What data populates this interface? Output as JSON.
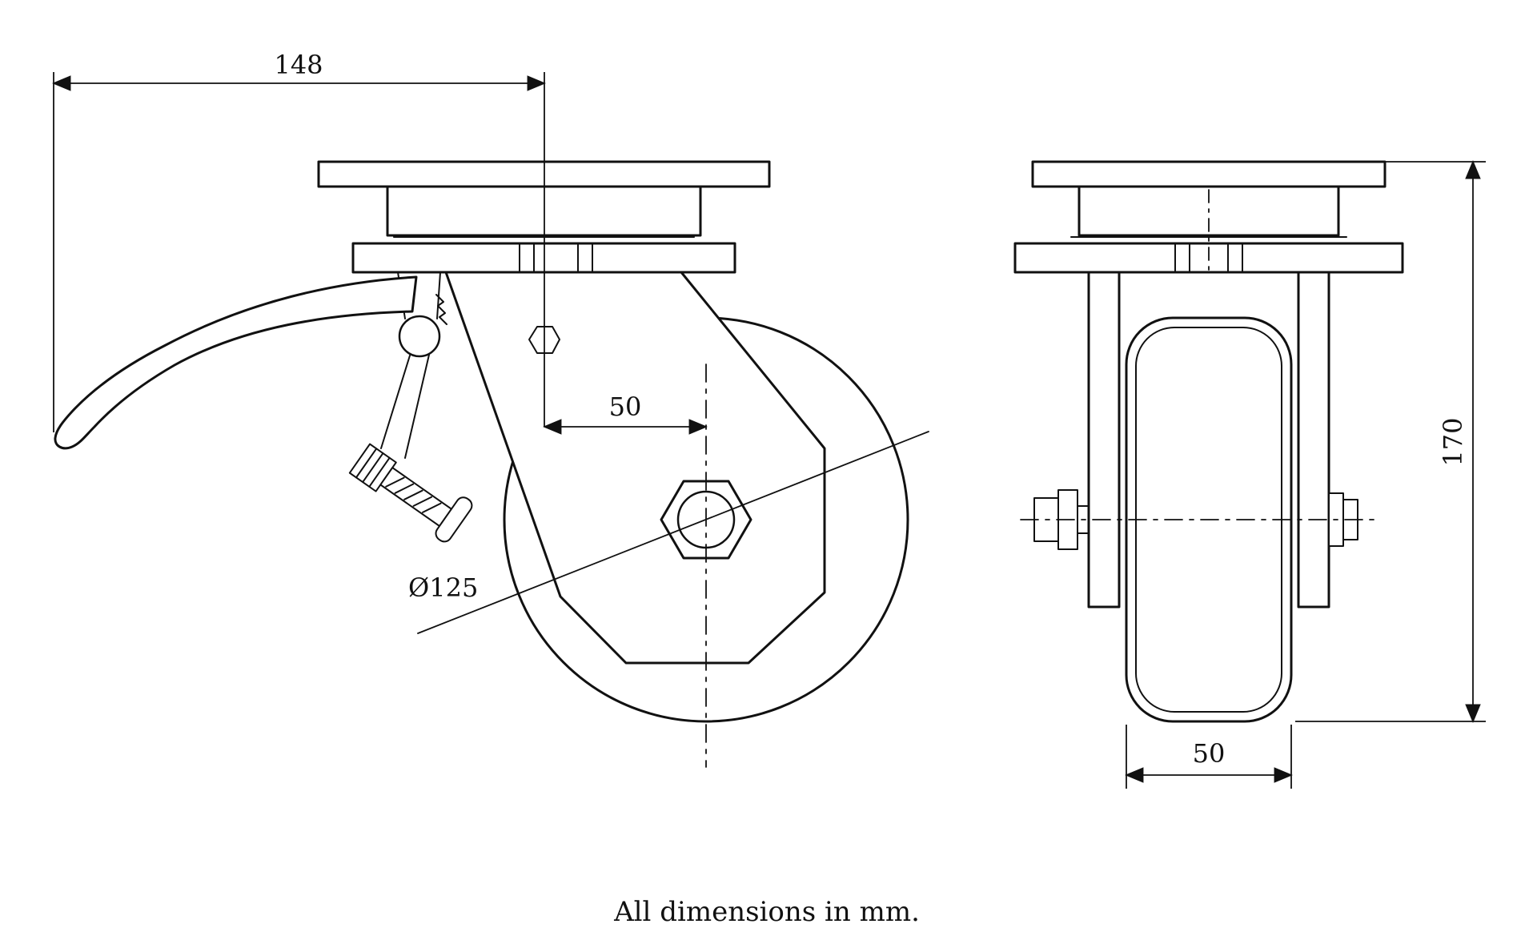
{
  "caption": "All dimensions in mm.",
  "dimensions": {
    "plate_offset": "148",
    "swivel_offset": "50",
    "wheel_diameter": "Ø125",
    "overall_height": "170",
    "wheel_width": "50"
  },
  "colors": {
    "line": "#111111",
    "background": "#ffffff"
  }
}
